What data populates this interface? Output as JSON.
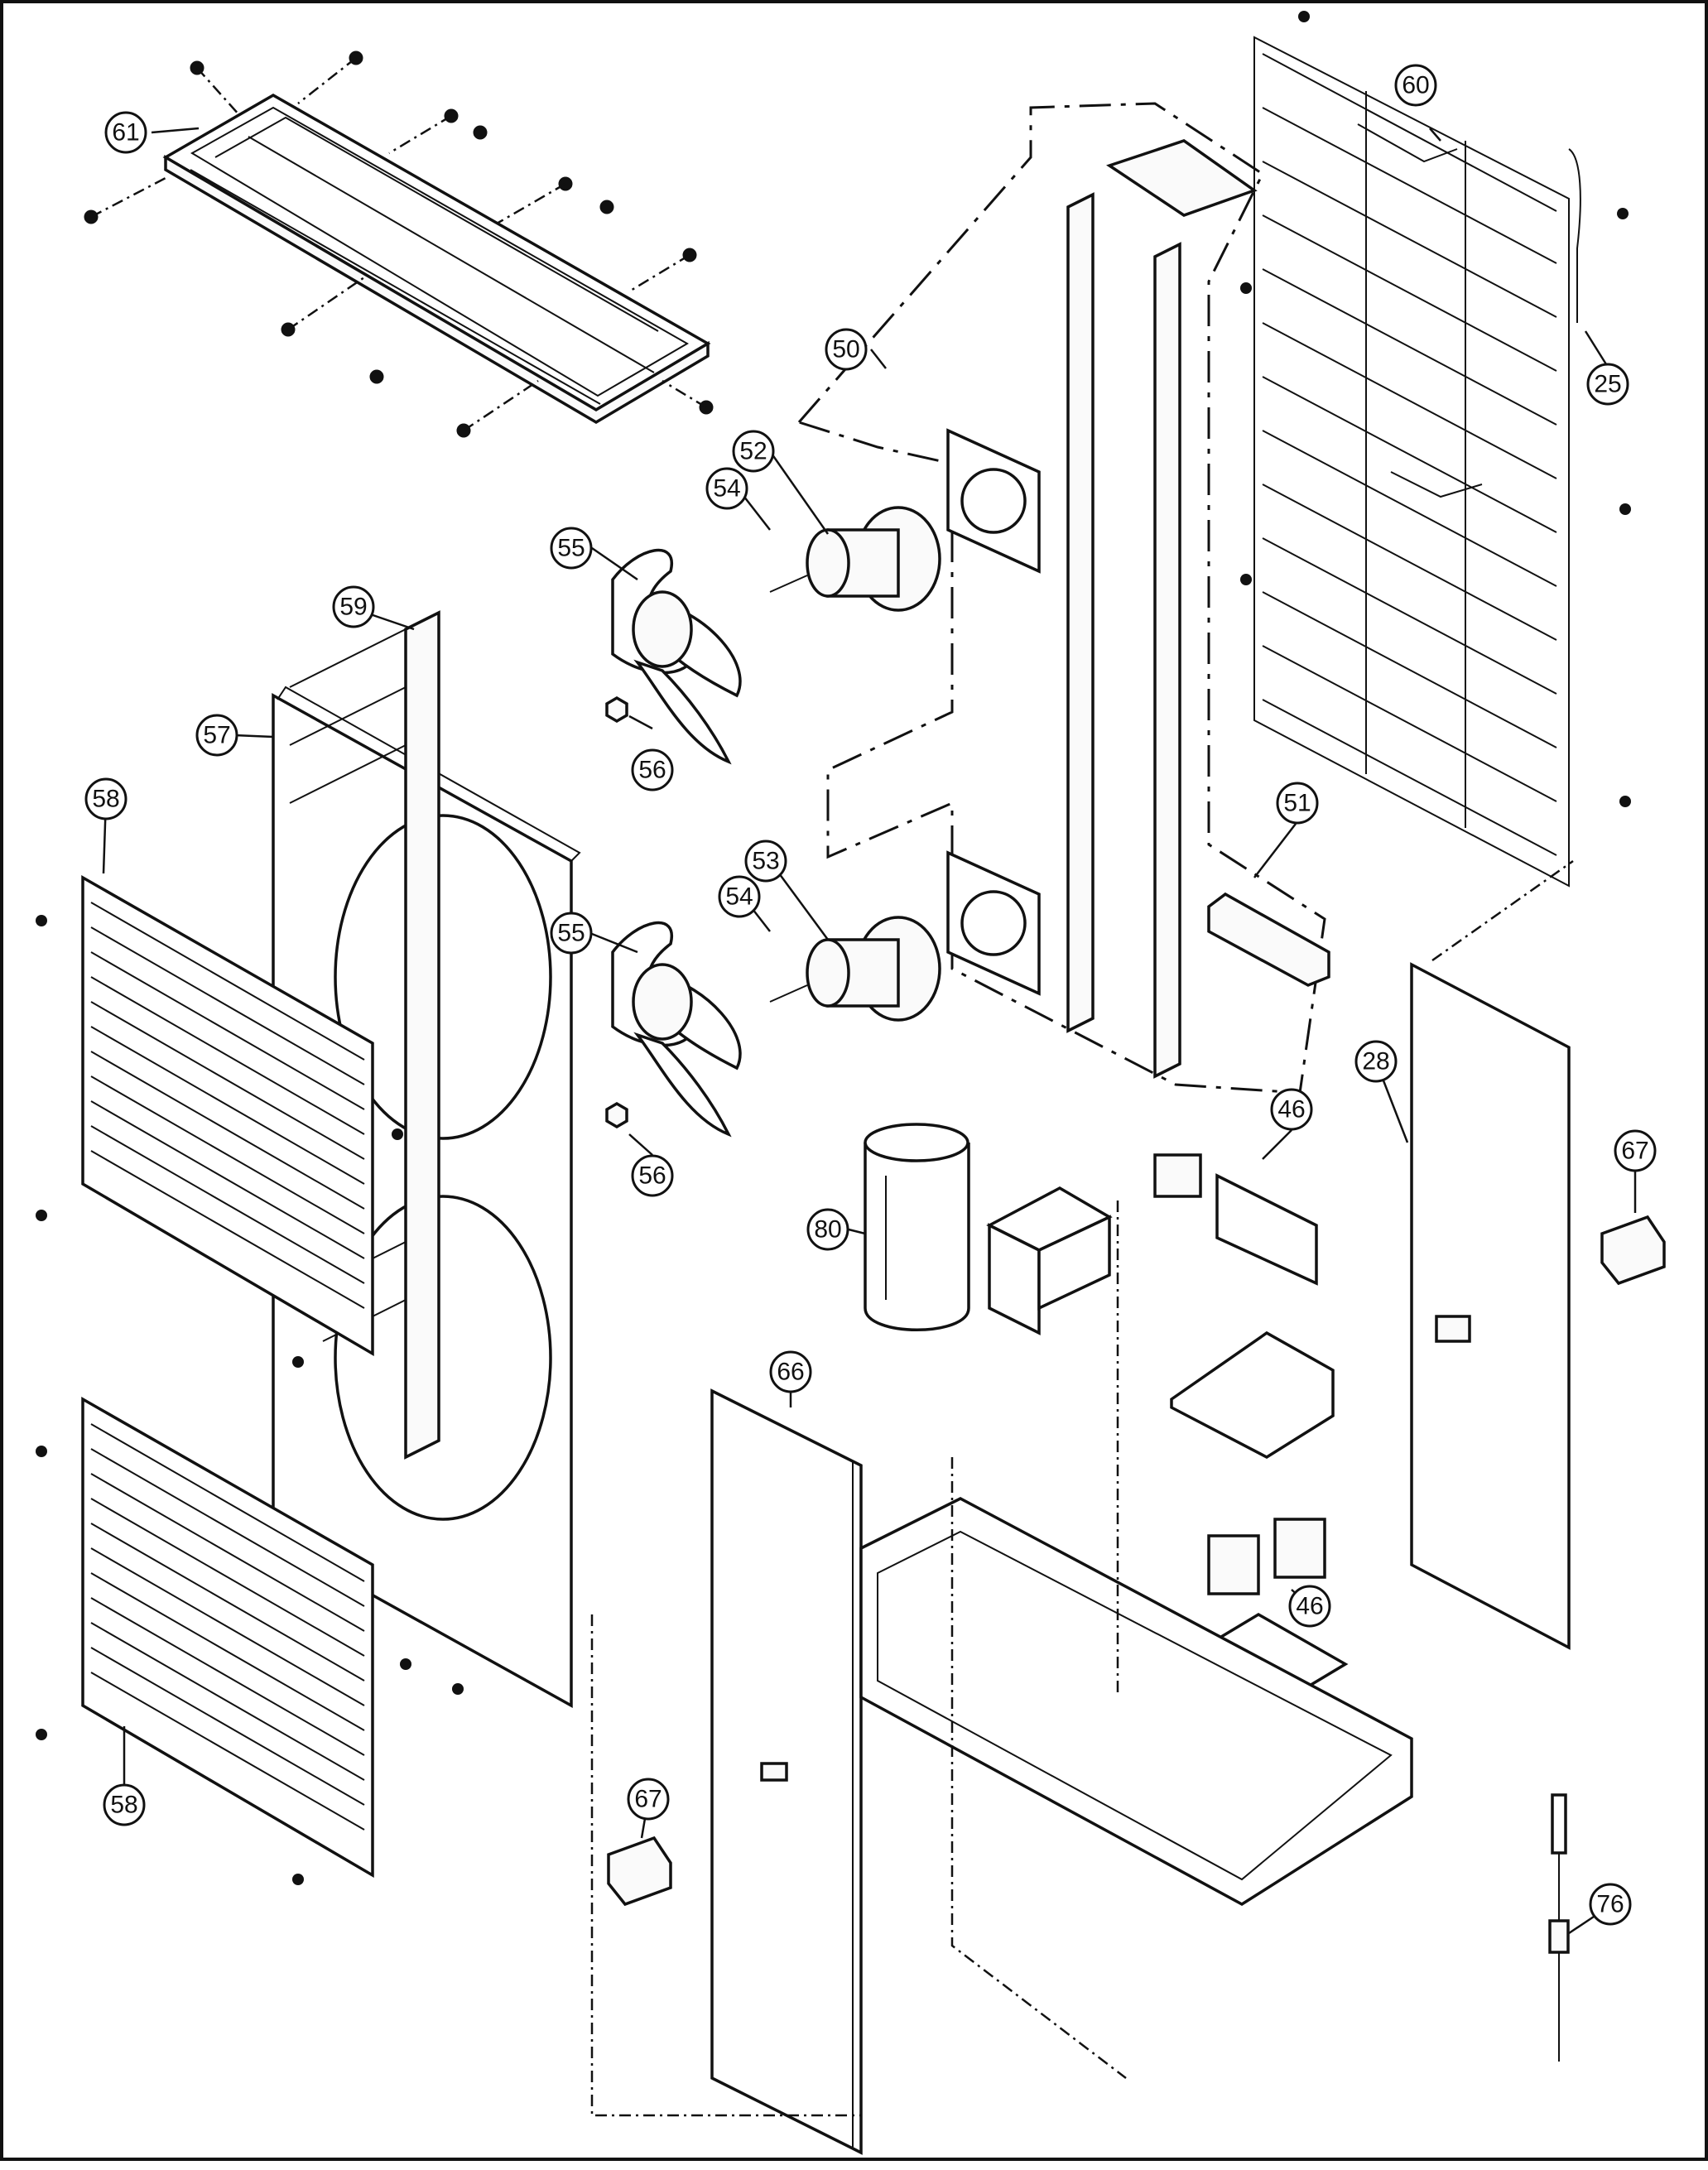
{
  "diagram": {
    "callouts": [
      {
        "id": "c61",
        "label": "61"
      },
      {
        "id": "c60",
        "label": "60"
      },
      {
        "id": "c25",
        "label": "25"
      },
      {
        "id": "c50",
        "label": "50"
      },
      {
        "id": "c52",
        "label": "52"
      },
      {
        "id": "c54a",
        "label": "54"
      },
      {
        "id": "c55a",
        "label": "55"
      },
      {
        "id": "c59",
        "label": "59"
      },
      {
        "id": "c57",
        "label": "57"
      },
      {
        "id": "c56a",
        "label": "56"
      },
      {
        "id": "c58a",
        "label": "58"
      },
      {
        "id": "c51",
        "label": "51"
      },
      {
        "id": "c53",
        "label": "53"
      },
      {
        "id": "c54b",
        "label": "54"
      },
      {
        "id": "c55b",
        "label": "55"
      },
      {
        "id": "c28",
        "label": "28"
      },
      {
        "id": "c46a",
        "label": "46"
      },
      {
        "id": "c56b",
        "label": "56"
      },
      {
        "id": "c80",
        "label": "80"
      },
      {
        "id": "c67a",
        "label": "67"
      },
      {
        "id": "c66",
        "label": "66"
      },
      {
        "id": "c46b",
        "label": "46"
      },
      {
        "id": "c58b",
        "label": "58"
      },
      {
        "id": "c67b",
        "label": "67"
      },
      {
        "id": "c76",
        "label": "76"
      }
    ],
    "parts": [
      {
        "id": "top-panel",
        "ref": "61"
      },
      {
        "id": "wire-guard",
        "ref": "60"
      },
      {
        "id": "motor-support-assembly",
        "ref": "50"
      },
      {
        "id": "upper-fan-motor",
        "ref": "52"
      },
      {
        "id": "lower-fan-motor",
        "ref": "53"
      },
      {
        "id": "propeller-fan",
        "ref": "55"
      },
      {
        "id": "front-panel",
        "ref": "57"
      },
      {
        "id": "discharge-grille",
        "ref": "58"
      },
      {
        "id": "partition-plate",
        "ref": "59"
      },
      {
        "id": "service-panel",
        "ref": "28"
      },
      {
        "id": "side-panel",
        "ref": "66"
      },
      {
        "id": "handle",
        "ref": "67"
      },
      {
        "id": "electrical-components",
        "ref": "46"
      },
      {
        "id": "insulation-sleeve",
        "ref": "80"
      },
      {
        "id": "thermistor",
        "ref": "76"
      }
    ]
  }
}
